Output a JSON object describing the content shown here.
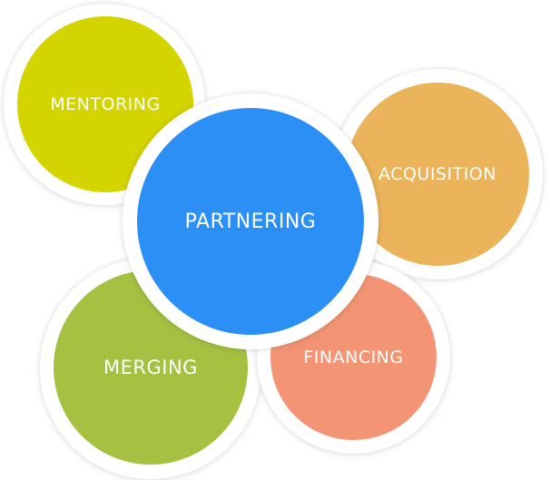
{
  "nodes": [
    {
      "id": "mentoring",
      "label": "MENTORING",
      "color": "#d4d400"
    },
    {
      "id": "acquisition",
      "label": "ACQUISITION",
      "color": "#ebb45a"
    },
    {
      "id": "merging",
      "label": "MERGING",
      "color": "#a6c142"
    },
    {
      "id": "financing",
      "label": "FINANCING",
      "color": "#f39574"
    },
    {
      "id": "partnering",
      "label": "PARTNERING",
      "color": "#2b8ff5"
    }
  ]
}
